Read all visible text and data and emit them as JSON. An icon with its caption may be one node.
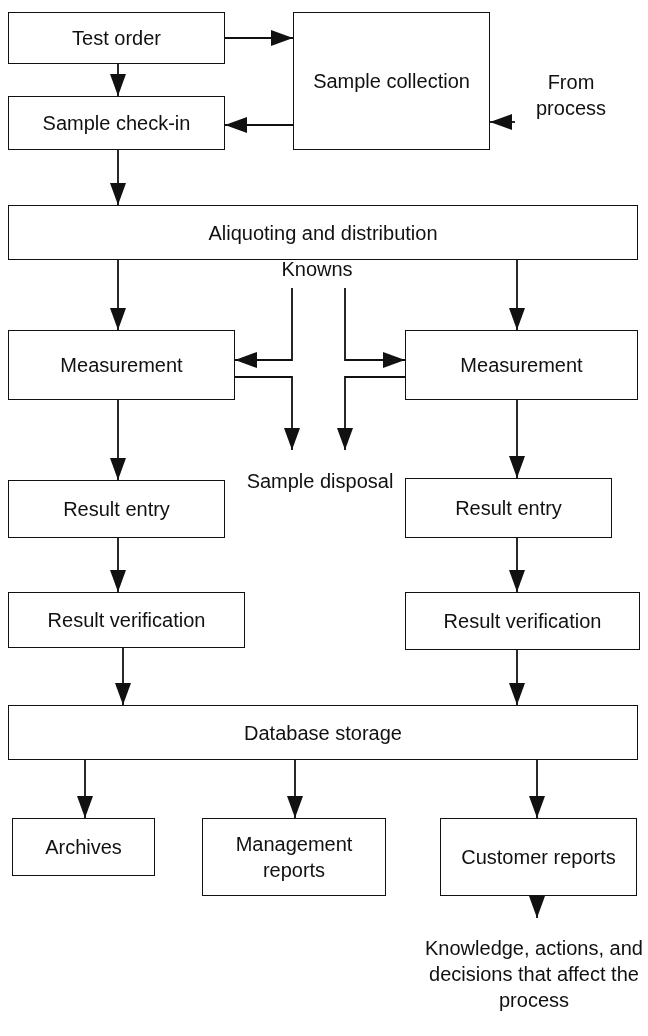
{
  "diagram": {
    "nodes": [
      {
        "text": [
          "Test order"
        ]
      },
      {
        "text": [
          "Sample collection"
        ]
      },
      {
        "text": [
          "From process"
        ]
      },
      {
        "text": [
          "Sample check-in"
        ]
      },
      {
        "text": [
          "Aliquoting and distribution"
        ]
      },
      {
        "text": [
          "Knowns"
        ]
      },
      {
        "text": [
          "Measurement"
        ]
      },
      {
        "text": [
          "Measurement"
        ]
      },
      {
        "text": [
          "Sample disposal"
        ]
      },
      {
        "text": [
          "Result entry"
        ]
      },
      {
        "text": [
          "Result entry"
        ]
      },
      {
        "text": [
          "Result verification"
        ]
      },
      {
        "text": [
          "Result verification"
        ]
      },
      {
        "text": [
          "Database storage"
        ]
      },
      {
        "text": [
          "Archives"
        ]
      },
      {
        "text": [
          "Management reports"
        ]
      },
      {
        "text": [
          "Customer reports"
        ]
      },
      {
        "text": [
          "Knowledge, actions, and decisions that affect the process"
        ]
      }
    ],
    "edges": [
      {
        "from": 0,
        "to": 1,
        "arrow": "to"
      },
      {
        "from": 0,
        "to": 3,
        "arrow": "to"
      },
      {
        "from": 2,
        "to": 1,
        "arrow": "to"
      },
      {
        "from": 1,
        "to": 3,
        "arrow": "to"
      },
      {
        "from": 3,
        "to": 4,
        "arrow": "to"
      },
      {
        "from": 4,
        "to": 6,
        "arrow": "to"
      },
      {
        "from": 4,
        "to": 7,
        "arrow": "to"
      },
      {
        "from": 5,
        "to": 6,
        "arrow": "to"
      },
      {
        "from": 5,
        "to": 7,
        "arrow": "to"
      },
      {
        "from": 6,
        "to": 8,
        "arrow": "to"
      },
      {
        "from": 7,
        "to": 8,
        "arrow": "to"
      },
      {
        "from": 6,
        "to": 9,
        "arrow": "to"
      },
      {
        "from": 7,
        "to": 10,
        "arrow": "to"
      },
      {
        "from": 9,
        "to": 11,
        "arrow": "to"
      },
      {
        "from": 10,
        "to": 12,
        "arrow": "to"
      },
      {
        "from": 11,
        "to": 13,
        "arrow": "to"
      },
      {
        "from": 12,
        "to": 13,
        "arrow": "to"
      },
      {
        "from": 13,
        "to": 14,
        "arrow": "to"
      },
      {
        "from": 13,
        "to": 15,
        "arrow": "to"
      },
      {
        "from": 13,
        "to": 16,
        "arrow": "to"
      },
      {
        "from": 16,
        "to": 17,
        "arrow": "to"
      }
    ]
  }
}
